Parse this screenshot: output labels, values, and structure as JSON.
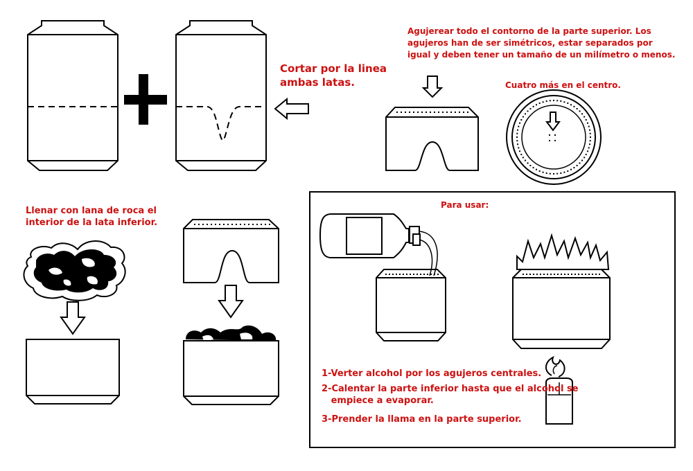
{
  "labels": {
    "cut_instruction": "Cortar por la linea\nambas latas.",
    "perforate_instruction": "Agujerear todo el contorno de la parte superior. Los\nagujeros han de ser simétricos, estar separados por\nigual y deben tener un tamaño de un milímetro o menos.",
    "center_holes": "Cuatro más en el centro.",
    "fill_instruction": "Llenar con lana de roca el\ninterior de la lata inferior.",
    "usage_title": "Para usar:",
    "usage_steps": [
      "1-Verter alcohol por los agujeros centrales.",
      "2-Calentar la parte inferior hasta que el alcohol se\n   empiece a evaporar.",
      "3-Prender la llama en la parte superior."
    ]
  },
  "colors": {
    "annotation": "#cc1111",
    "line": "#000000",
    "background": "#ffffff"
  },
  "icons": [
    "plus-icon",
    "arrow-left-icon",
    "arrow-down-icon",
    "rock-wool-icon",
    "alcohol-bottle-icon",
    "flame-icon",
    "lighter-icon"
  ]
}
